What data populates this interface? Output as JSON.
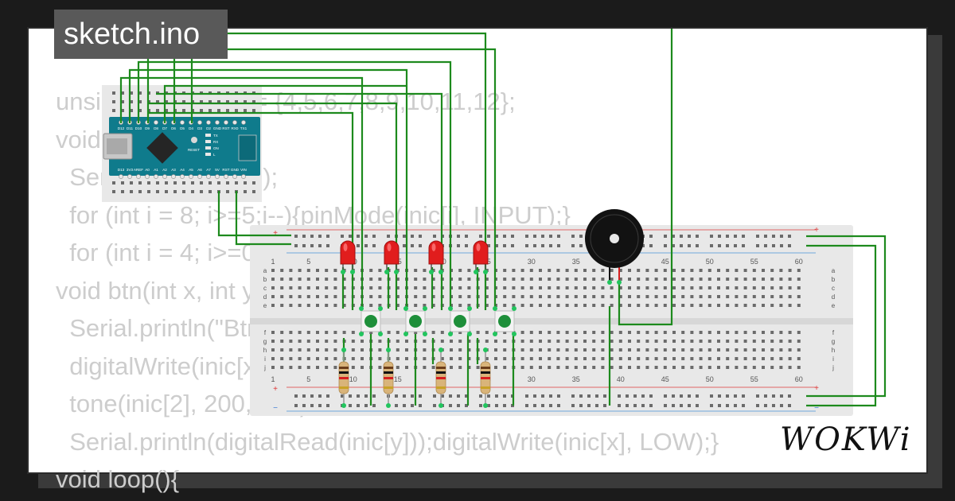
{
  "sketch_title": "sketch.ino",
  "code_lines": [
    "unsigned int inic[] = {4,5,6,7,8,9,10,11,12};",
    "void setup(){",
    "  Serial.begin(9600);",
    "  for (int i = 8; i>=5;i--){pinMode(inic[i], INPUT);}",
    "  for (int i = 4; i>=0;i--){pinMode(inic[i], OUTPUT);}",
    "void btn(int x, int y){",
    "  Serial.println(\"Btn\");",
    "  digitalWrite(inic[x], HIGH);",
    "  tone(inic[2], 200, 100);",
    "  Serial.println(digitalRead(inic[y]));digitalWrite(inic[x], LOW);}",
    "void loop(){"
  ],
  "breadboard": {
    "column_numbers": [
      "1",
      "5",
      "10",
      "15",
      "20",
      "25",
      "30",
      "35",
      "40",
      "45",
      "50",
      "55",
      "60"
    ],
    "row_letters_top": [
      "a",
      "b",
      "c",
      "d",
      "e"
    ],
    "row_letters_bottom": [
      "f",
      "g",
      "h",
      "i",
      "j"
    ],
    "rail_plus": "+",
    "rail_minus": "−"
  },
  "nano": {
    "top_pins": [
      "D12",
      "D11",
      "D10",
      "D9",
      "D8",
      "D7",
      "D6",
      "D5",
      "D4",
      "D3",
      "D2",
      "GND",
      "RST",
      "RX0",
      "TX1"
    ],
    "bottom_pins": [
      "D13",
      "3V3",
      "AREF",
      "A0",
      "A1",
      "A2",
      "A3",
      "A4",
      "A5",
      "A6",
      "A7",
      "5V",
      "RST",
      "GND",
      "VIN"
    ],
    "reset_label": "RESET",
    "led_labels": [
      "TX",
      "RX",
      "ON",
      "L"
    ]
  },
  "logo_text": "WOKWi",
  "colors": {
    "wire": "#1d8a1d",
    "led_red": "#e11d1d",
    "button_green": "#1e8f3a",
    "nano_teal": "#0f7b8c"
  }
}
